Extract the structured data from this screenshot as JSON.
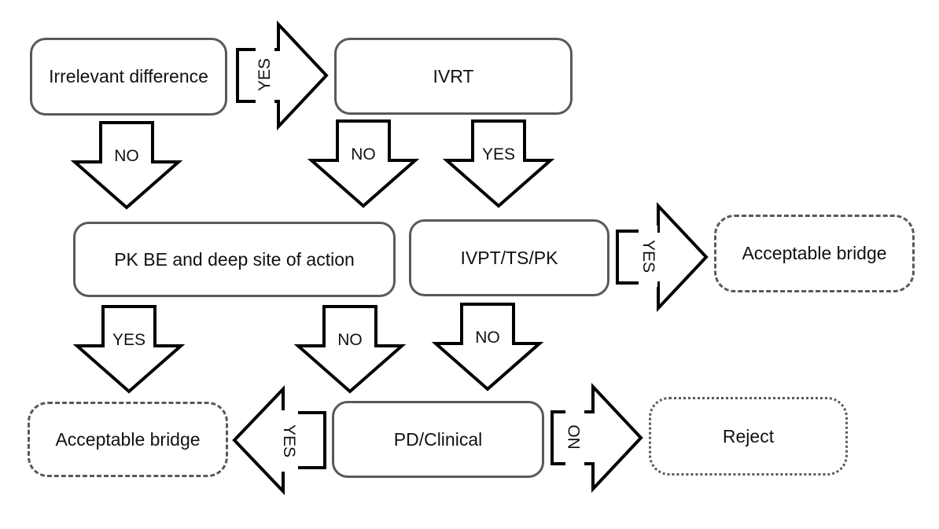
{
  "diagram": {
    "type": "flowchart",
    "background_color": "#ffffff",
    "node_border_color": "#595959",
    "arrow_stroke_color": "#000000",
    "text_color": "#111111",
    "nodes": [
      {
        "id": "irrelevant-difference",
        "label": "Irrelevant difference",
        "border_style": "solid"
      },
      {
        "id": "ivrt",
        "label": "IVRT",
        "border_style": "solid"
      },
      {
        "id": "pk-be",
        "label": "PK BE and deep site of action",
        "border_style": "solid"
      },
      {
        "id": "ivpt-ts-pk",
        "label": "IVPT/TS/PK",
        "border_style": "solid"
      },
      {
        "id": "acceptable-bridge-top",
        "label": "Acceptable bridge",
        "border_style": "dashed"
      },
      {
        "id": "acceptable-bridge-bottom",
        "label": "Acceptable bridge",
        "border_style": "dashed"
      },
      {
        "id": "pd-clinical",
        "label": "PD/Clinical",
        "border_style": "solid"
      },
      {
        "id": "reject",
        "label": "Reject",
        "border_style": "dotted"
      }
    ],
    "arrows": [
      {
        "label": "YES",
        "direction": "right",
        "from": "irrelevant-difference",
        "to": "ivrt"
      },
      {
        "label": "NO",
        "direction": "down",
        "from": "irrelevant-difference",
        "to": "pk-be"
      },
      {
        "label": "NO",
        "direction": "down",
        "from": "ivrt",
        "to": "pk-be"
      },
      {
        "label": "YES",
        "direction": "down",
        "from": "ivrt",
        "to": "ivpt-ts-pk"
      },
      {
        "label": "YES",
        "direction": "right",
        "from": "ivpt-ts-pk",
        "to": "acceptable-bridge-top"
      },
      {
        "label": "YES",
        "direction": "down",
        "from": "pk-be",
        "to": "acceptable-bridge-bottom"
      },
      {
        "label": "NO",
        "direction": "down",
        "from": "pk-be",
        "to": "pd-clinical"
      },
      {
        "label": "NO",
        "direction": "down",
        "from": "ivpt-ts-pk",
        "to": "pd-clinical"
      },
      {
        "label": "YES",
        "direction": "left",
        "from": "pd-clinical",
        "to": "acceptable-bridge-bottom"
      },
      {
        "label": "NO",
        "direction": "right",
        "from": "pd-clinical",
        "to": "reject"
      }
    ]
  }
}
